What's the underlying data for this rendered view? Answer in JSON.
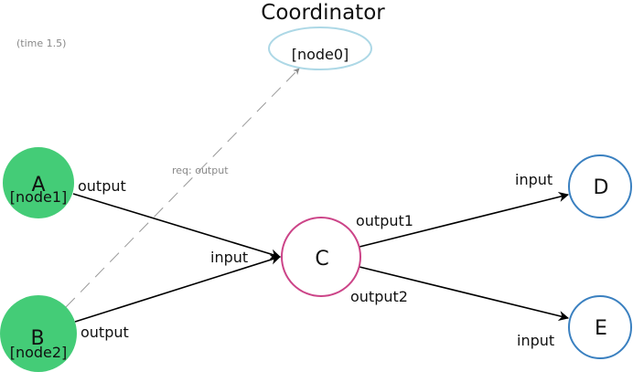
{
  "time_label": "(time 1.5)",
  "coordinator": {
    "title": "Coordinator",
    "node_label": "[node0]",
    "color": "#add8e6"
  },
  "request_edge_label": "req: output",
  "nodes": {
    "A": {
      "label": "A",
      "tag": "[node1]",
      "fill": "#44cc77"
    },
    "B": {
      "label": "B",
      "tag": "[node2]",
      "fill": "#44cc77"
    },
    "C": {
      "label": "C",
      "stroke": "#cc4488"
    },
    "D": {
      "label": "D",
      "stroke": "#3a80c0"
    },
    "E": {
      "label": "E",
      "stroke": "#3a80c0"
    }
  },
  "edge_labels": {
    "a_output": "output",
    "b_output": "output",
    "c_input": "input",
    "c_output1": "output1",
    "c_output2": "output2",
    "d_input": "input",
    "e_input": "input"
  },
  "colors": {
    "edge": "#000000",
    "request_edge": "#999999",
    "muted_text": "#888888"
  }
}
